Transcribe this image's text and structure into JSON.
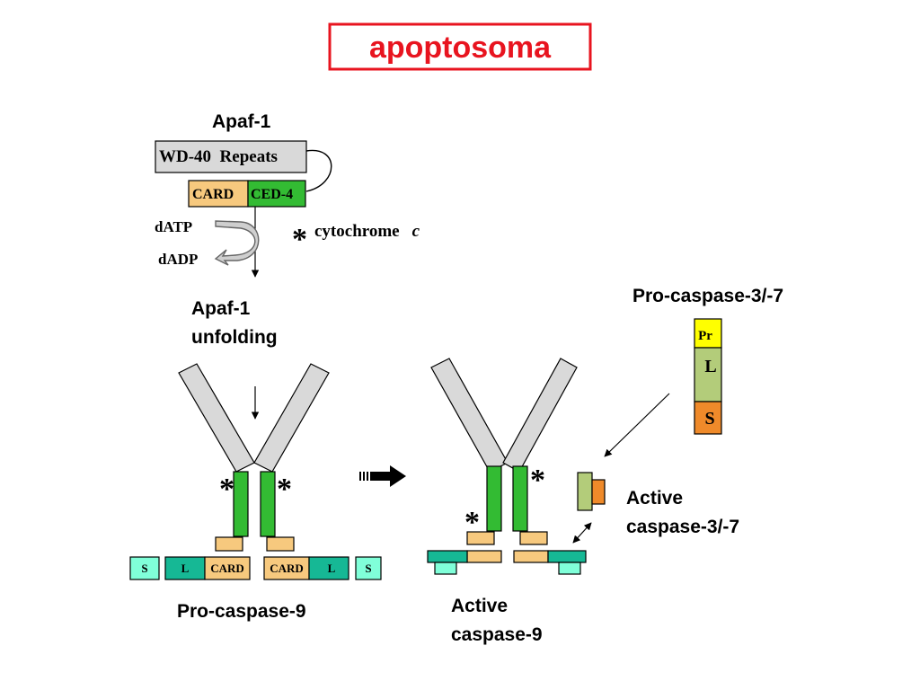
{
  "title": "apoptosoma",
  "apaf1": {
    "label": "Apaf-1",
    "wd40": "WD-40  Repeats",
    "card": "CARD",
    "ced4": "CED-4"
  },
  "nucleotides": {
    "datp": "dATP",
    "dadp": "dADP"
  },
  "cytochrome": {
    "asterisk": "*",
    "text": "cytochrome",
    "italic": "c"
  },
  "unfolding": {
    "line1": "Apaf-1",
    "line2": "unfolding"
  },
  "procaspase37": {
    "label": "Pro-caspase-3/-7",
    "pr": "Pr",
    "l": "L",
    "s": "S"
  },
  "procaspase9": {
    "label": "Pro-caspase-9",
    "left": {
      "s": "S",
      "l": "L",
      "card": "CARD"
    },
    "right": {
      "card": "CARD",
      "l": "L",
      "s": "S"
    }
  },
  "active_caspase9": {
    "line1": "Active",
    "line2": "caspase-9"
  },
  "active_caspase37": {
    "line1": "Active",
    "line2": "caspase-3/-7"
  },
  "asterisk": "*",
  "colors": {
    "title_red": "#e8141f",
    "gray": "#d9d9d9",
    "card_tan": "#f7c97e",
    "green": "#33bb33",
    "teal": "#16b895",
    "light_teal": "#80ffd9",
    "pr_yellow": "#ffff00",
    "l_green": "#b3cc7a",
    "s_orange": "#ef8a2a"
  }
}
